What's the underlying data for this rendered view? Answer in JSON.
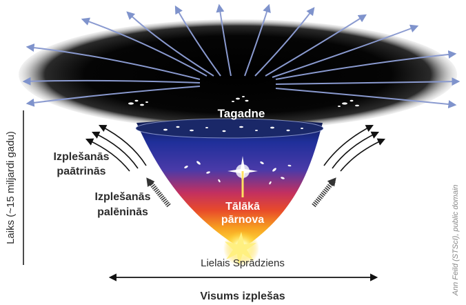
{
  "labels": {
    "present": "Tagadne",
    "accelerating_line1": "Izplešanās",
    "accelerating_line2": "paātrinās",
    "decelerating_line1": "Izplešanās",
    "decelerating_line2": "palēninās",
    "supernova_line1": "Tālākā",
    "supernova_line2": "pārnova",
    "big_bang": "Lielais Sprādziens",
    "universe_expands": "Visums izplešas",
    "time_axis": "Laiks (~15 miljardi gadu)",
    "credit": "Ann Feild (STScI), public domain"
  },
  "colors": {
    "funnel_top": "#1c2a8a",
    "funnel_mid": "#d63040",
    "funnel_bottom": "#ffd02a",
    "arrow": "#7f93cc",
    "label_dark": "#2b2b2b",
    "label_light": "#ffffff"
  }
}
